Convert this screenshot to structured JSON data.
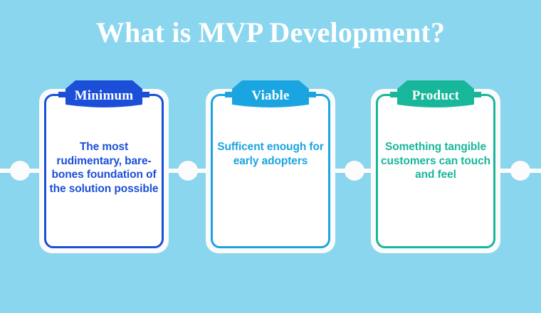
{
  "page": {
    "title": "What is MVP Development?",
    "background_color": "#8AD6EF",
    "title_color": "#FFFFFF"
  },
  "cards": [
    {
      "ribbon_label": "Minimum",
      "body": "The most rudimentary, bare-bones foundation of the solution possible",
      "accent_color": "#1B4FD8"
    },
    {
      "ribbon_label": "Viable",
      "body": "Sufficent enough for early adopters",
      "accent_color": "#1BA5E0"
    },
    {
      "ribbon_label": "Product",
      "body": "Something tangible customers can touch and feel",
      "accent_color": "#18B79B"
    }
  ],
  "connectors": {
    "line_color": "#FFFFFF",
    "node_color": "#FCFCFC",
    "node_count": 4
  }
}
